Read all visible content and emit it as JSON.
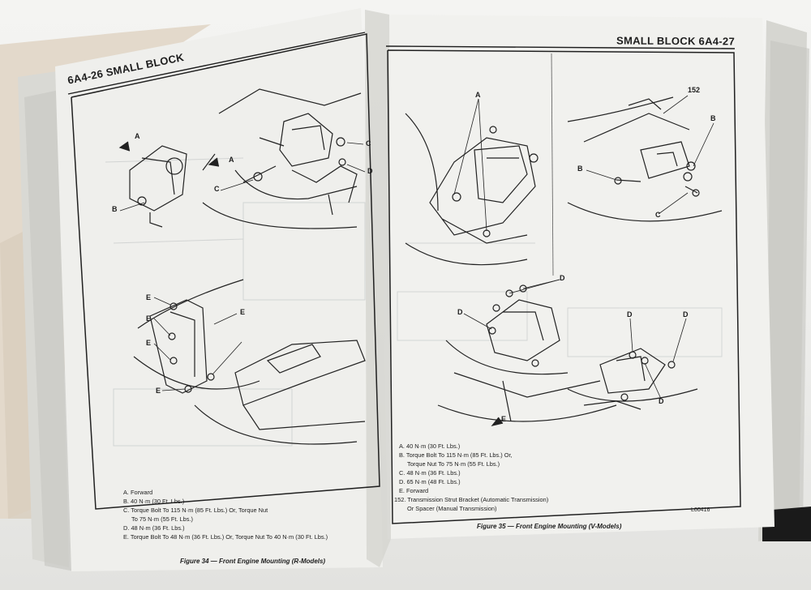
{
  "book": {
    "left_page": {
      "header": "6A4-26 SMALL BLOCK",
      "callouts": [
        "A",
        "B",
        "C",
        "A",
        "C",
        "D",
        "E",
        "E",
        "E",
        "E",
        "E"
      ],
      "legend": [
        "A. Forward",
        "B. 40 N·m (30 Ft. Lbs.)",
        "C. Torque Bolt To 115 N·m (85 Ft. Lbs.) Or, Torque Nut",
        "To 75 N·m (55 Ft. Lbs.)",
        "D. 48 N·m (36 Ft. Lbs.)",
        "E. Torque Bolt To 48 N·m (36 Ft. Lbs.) Or, Torque Nut To 40 N·m (30 Ft. Lbs.)"
      ],
      "figure_caption": "Figure 34 — Front Engine Mounting (R-Models)"
    },
    "right_page": {
      "header": "SMALL BLOCK 6A4-27",
      "callouts": [
        "A",
        "152",
        "B",
        "B",
        "C",
        "D",
        "D",
        "D",
        "D",
        "D",
        "E"
      ],
      "legend": [
        "A. 40 N·m (30 Ft. Lbs.)",
        "B. Torque Bolt To 115 N·m (85 Ft. Lbs.) Or,",
        "Torque Nut To 75 N·m (55 Ft. Lbs.)",
        "C. 48 N·m (36 Ft. Lbs.)",
        "D. 65 N·m (48 Ft. Lbs.)",
        "E. Forward",
        "152. Transmission Strut Bracket (Automatic Transmission)",
        "Or Spacer (Manual Transmission)"
      ],
      "image_code": "L00416",
      "figure_caption": "Figure 35 — Front Engine Mounting (V-Models)"
    }
  },
  "colors": {
    "paper": "#efefec",
    "ink": "#1d1d1d",
    "page_edge": "#cfcfcb",
    "background": "#ececea"
  }
}
